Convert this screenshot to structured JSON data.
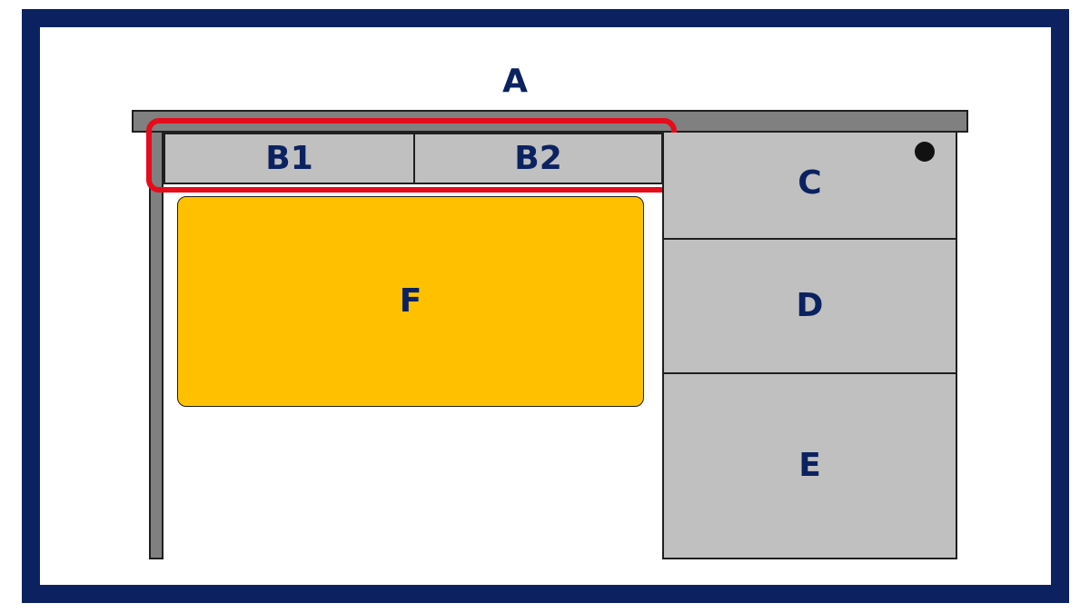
{
  "diagram": {
    "colors": {
      "frame": "#0c2260",
      "desktop": "#808080",
      "drawer": "#c0c0c0",
      "outline": "#1f1f1f",
      "knee_panel": "#ffc000",
      "highlight": "#e50c1c",
      "label": "#0c2260",
      "lock": "#111111"
    },
    "labels": {
      "top": "A",
      "drawer_left": "B1",
      "drawer_right": "B2",
      "drawer_top": "C",
      "drawer_middle": "D",
      "drawer_bottom": "E",
      "panel": "F"
    },
    "highlighted_parts": [
      "B1",
      "B2"
    ],
    "icons": {
      "lock": "keyhole-dot-icon"
    }
  }
}
